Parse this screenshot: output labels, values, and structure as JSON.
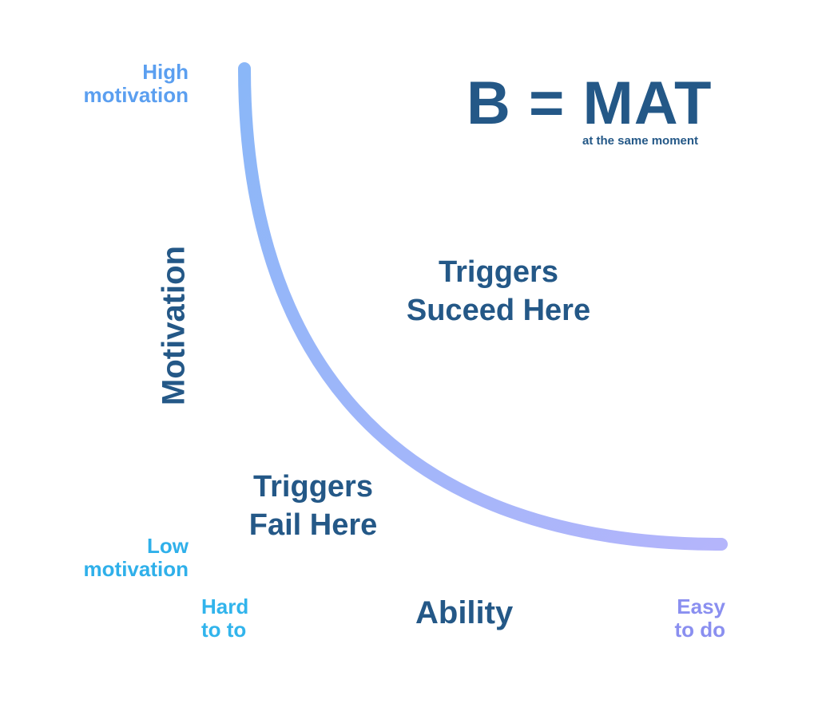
{
  "formula": {
    "main": "B = MAT",
    "subtitle": "at the same moment"
  },
  "y_axis": {
    "label": "Motivation",
    "high_line1": "High",
    "high_line2": "motivation",
    "low_line1": "Low",
    "low_line2": "motivation"
  },
  "x_axis": {
    "label": "Ability",
    "hard_line1": "Hard",
    "hard_line2": "to to",
    "easy_line1": "Easy",
    "easy_line2": "to do"
  },
  "regions": {
    "success_line1": "Triggers",
    "success_line2": "Suceed Here",
    "fail_line1": "Triggers",
    "fail_line2": "Fail Here"
  },
  "colors": {
    "text_dark": "#245887",
    "axis_top": "#86b6f9",
    "axis_bottom": "#4fc3f7",
    "axis_end": "#b3b4fb",
    "curve_start": "#8ab7f8",
    "curve_end": "#b4b5fb"
  }
}
